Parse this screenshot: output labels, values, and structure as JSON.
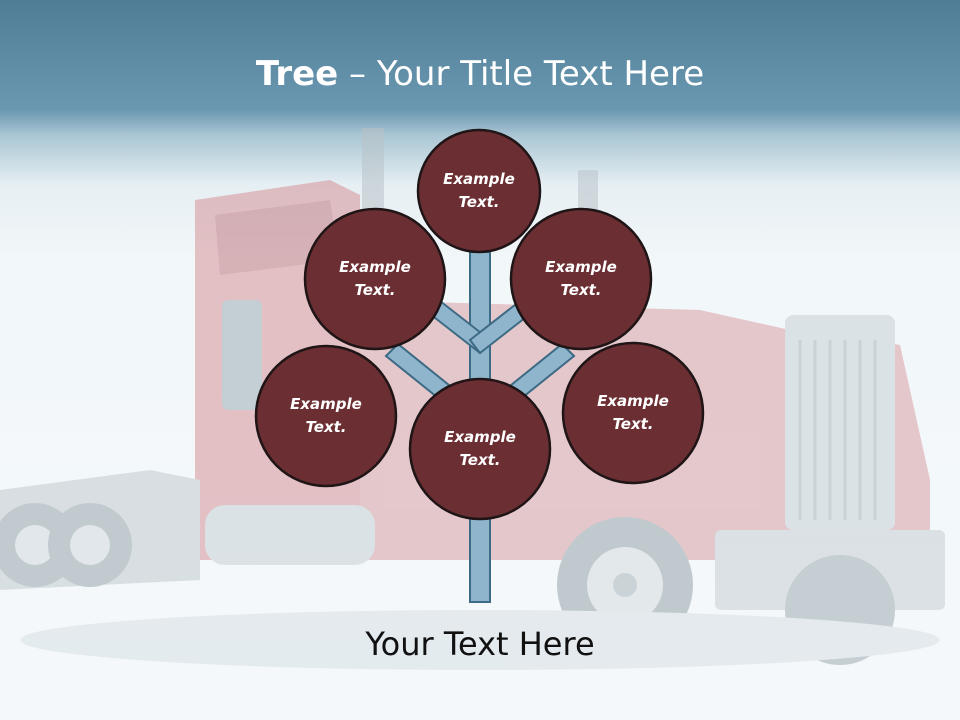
{
  "slide": {
    "title_bold": "Tree",
    "title_dash": " – ",
    "title_rest": "Your Title Text Here",
    "subtitle": "Your Text Here"
  },
  "diagram": {
    "nodes": [
      {
        "line1": "Example",
        "line2": "Text."
      },
      {
        "line1": "Example",
        "line2": "Text."
      },
      {
        "line1": "Example",
        "line2": "Text."
      },
      {
        "line1": "Example",
        "line2": "Text."
      },
      {
        "line1": "Example",
        "line2": "Text."
      },
      {
        "line1": "Example",
        "line2": "Text."
      }
    ]
  },
  "colors": {
    "node_fill": "#6b2f33",
    "node_stroke": "#1f1416",
    "branch_fill": "#8fb5cc",
    "branch_stroke": "#3d6a85"
  }
}
